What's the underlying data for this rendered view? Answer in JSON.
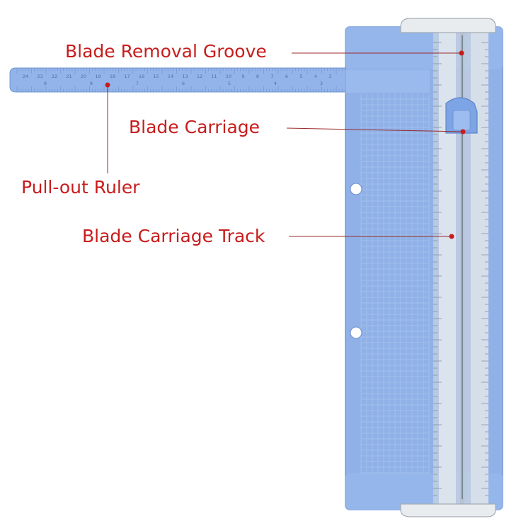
{
  "callouts": {
    "blade_removal_groove": "Blade Removal Groove",
    "blade_carriage": "Blade Carriage",
    "pullout_ruler": "Pull-out Ruler",
    "blade_carriage_track": "Blade Carriage Track"
  },
  "ruler_numbers": [
    "24",
    "23",
    "22",
    "21",
    "20",
    "19",
    "18",
    "17",
    "16",
    "15",
    "14",
    "13",
    "12",
    "11",
    "10",
    "9",
    "8",
    "7",
    "6",
    "5",
    "4",
    "3"
  ],
  "ruler_inch_numbers": [
    "9",
    "8",
    "7",
    "6",
    "5",
    "4",
    "3"
  ],
  "colors": {
    "body": "#8fb1e8",
    "body_edge": "#7398d6",
    "grid": "#a9c3ee",
    "callout": "#c81c1c",
    "track": "#c9d3dc"
  }
}
